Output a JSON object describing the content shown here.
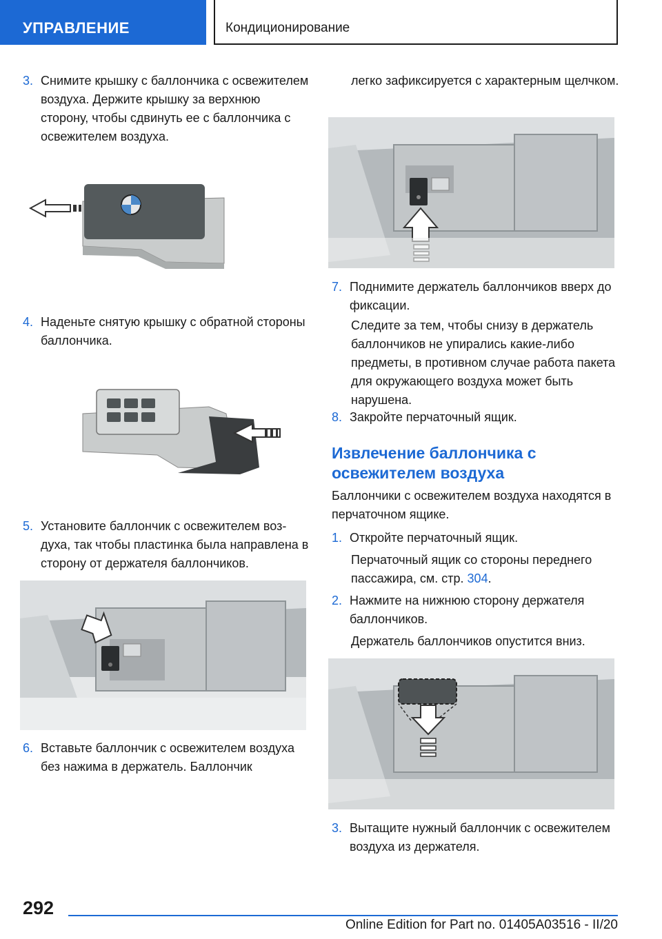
{
  "header": {
    "section": "УПРАВЛЕНИЕ",
    "chapter": "Кондиционирование"
  },
  "left_column": {
    "step3": {
      "num": "3.",
      "text": "Снимите крышку с баллончика с освежите­лем воздуха. Держите крышку за верхнюю сторону, чтобы сдвинуть ее с баллончика с освежителем воздуха."
    },
    "step4": {
      "num": "4.",
      "text": "Наденьте снятую крышку с обратной сто­роны баллончика."
    },
    "step5": {
      "num": "5.",
      "text": "Установите баллончик с освежителем воз­духа, так чтобы пластинка была направлена в сторону от держателя баллончиков."
    },
    "step6": {
      "num": "6.",
      "text": "Вставьте баллончик с освежителем воз­духа без нажима в держатель. Баллончик"
    }
  },
  "right_column": {
    "continuation": "легко зафиксируется с характерным щелч­ком.",
    "step7": {
      "num": "7.",
      "text": "Поднимите держатель баллончиков вверх до фиксации."
    },
    "step7_note": "Следите за тем, чтобы снизу в держатель баллончиков не упирались какие-либо предметы, в противном случае работа па­кета для окружающего воздуха может быть нарушена.",
    "step8": {
      "num": "8.",
      "text": "Закройте перчаточный ящик."
    },
    "heading": "Извлечение баллончика с освежителем воздуха",
    "intro": "Баллончики с освежителем воздуха находятся в перчаточном ящике.",
    "r_step1": {
      "num": "1.",
      "text": "Откройте перчаточный ящик."
    },
    "r_step1_note": {
      "text": "Перчаточный ящик со стороны переднего пассажира, см. стр.",
      "link": "304",
      "end": "."
    },
    "r_step2": {
      "num": "2.",
      "text": "Нажмите на нижнюю сторону держателя баллончиков."
    },
    "r_step2_note": "Держатель баллончиков опустится вниз.",
    "r_step3": {
      "num": "3.",
      "text": "Вытащите нужный баллончик с освежите­лем воздуха из держателя."
    }
  },
  "footer": {
    "page_number": "292",
    "edition": "Online Edition for Part no. 01405A03516 - II/20"
  },
  "colors": {
    "accent": "#1c69d4",
    "text": "#1a1a1a"
  }
}
